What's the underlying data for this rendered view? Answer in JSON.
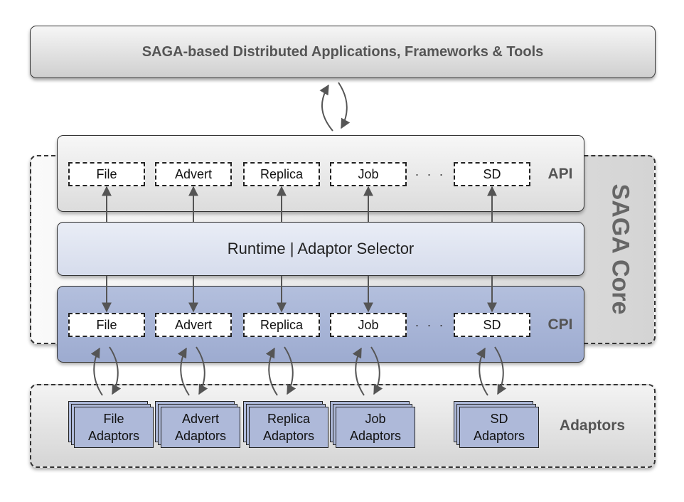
{
  "top_bar": {
    "label": "SAGA-based Distributed Applications, Frameworks & Tools"
  },
  "core": {
    "label": "SAGA Core"
  },
  "api": {
    "label": "API",
    "modules": [
      "File",
      "Advert",
      "Replica",
      "Job",
      "SD"
    ],
    "ellipsis": "· · ·"
  },
  "runtime": {
    "label": "Runtime | Adaptor Selector"
  },
  "cpi": {
    "label": "CPI",
    "modules": [
      "File",
      "Advert",
      "Replica",
      "Job",
      "SD"
    ],
    "ellipsis": "· · ·"
  },
  "adaptors": {
    "label": "Adaptors",
    "items": [
      {
        "line1": "File",
        "line2": "Adaptors"
      },
      {
        "line1": "Advert",
        "line2": "Adaptors"
      },
      {
        "line1": "Replica",
        "line2": "Adaptors"
      },
      {
        "line1": "Job",
        "line2": "Adaptors"
      },
      {
        "line1": "SD",
        "line2": "Adaptors"
      }
    ]
  },
  "colors": {
    "cpi_fill": "#aab6d8",
    "runtime_fill": "#dfe4f1",
    "arrow": "#555555"
  }
}
